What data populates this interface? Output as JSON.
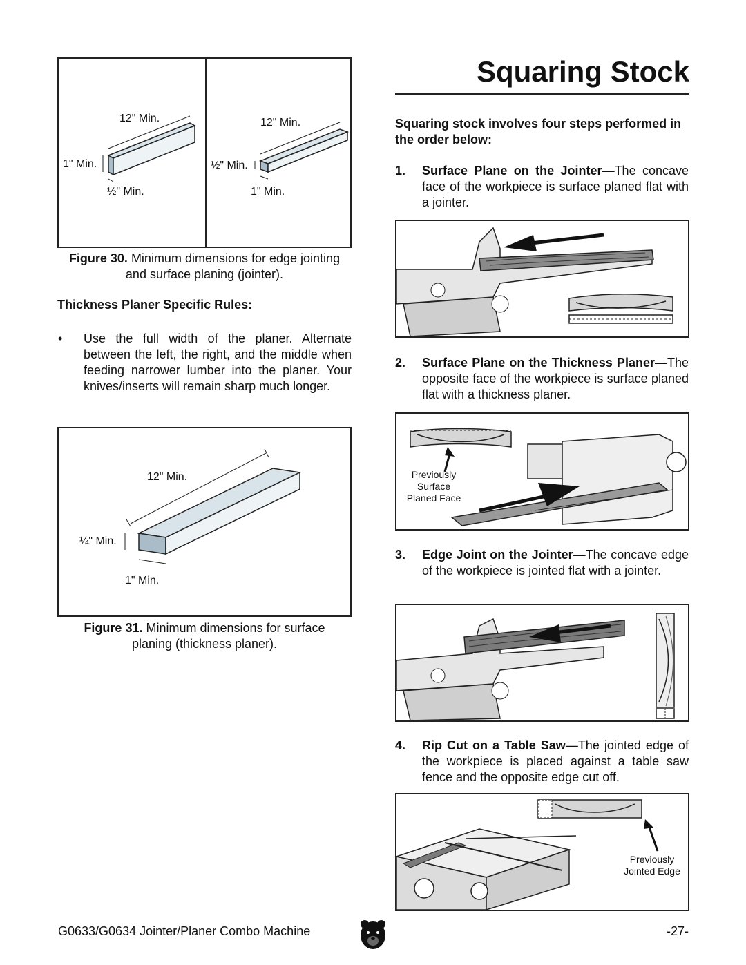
{
  "title": "Squaring Stock",
  "fig30": {
    "left_len": "12\" Min.",
    "left_height": "1\" Min.",
    "left_width": "½\" Min.",
    "right_len": "12\" Min.",
    "right_height": "½\" Min.",
    "right_width": "1\" Min.",
    "caption_bold": "Figure 30.",
    "caption_rest": " Minimum dimensions for edge jointing",
    "caption_line2": "and surface planing (jointer)."
  },
  "rules": {
    "heading": "Thickness Planer Specific Rules:",
    "bullet": "•",
    "text": "Use the full width of the planer. Alternate between the left, the right, and the middle when feeding narrower lumber into the planer. Your knives/inserts will remain sharp much longer."
  },
  "fig31": {
    "len": "12\" Min.",
    "height": "¼\" Min.",
    "width": "1\" Min.",
    "caption_bold": "Figure 31.",
    "caption_rest": " Minimum dimensions for surface",
    "caption_line2": "planing (thickness planer)."
  },
  "intro": "Squaring stock involves four steps performed in the order below:",
  "steps": [
    {
      "num": "1.",
      "title": "Surface Plane on the Jointer",
      "text": "—The concave face of the workpiece is surface planed flat with a jointer."
    },
    {
      "num": "2.",
      "title": "Surface Plane on the Thickness Planer",
      "text": "—The opposite face of the workpiece is surface planed flat with a thickness planer."
    },
    {
      "num": "3.",
      "title": "Edge Joint on the Jointer",
      "text": "—The concave edge of the workpiece is jointed flat with a jointer."
    },
    {
      "num": "4.",
      "title": "Rip Cut on a Table Saw",
      "text": "—The jointed edge of the workpiece is placed against a table saw fence and the opposite edge cut off."
    }
  ],
  "step2_label": [
    "Previously",
    "Surface",
    "Planed Face"
  ],
  "step4_label": [
    "Previously",
    "Jointed Edge"
  ],
  "footer": {
    "left": "G0633/G0634 Jointer/Planer Combo Machine",
    "page": "-27-"
  }
}
